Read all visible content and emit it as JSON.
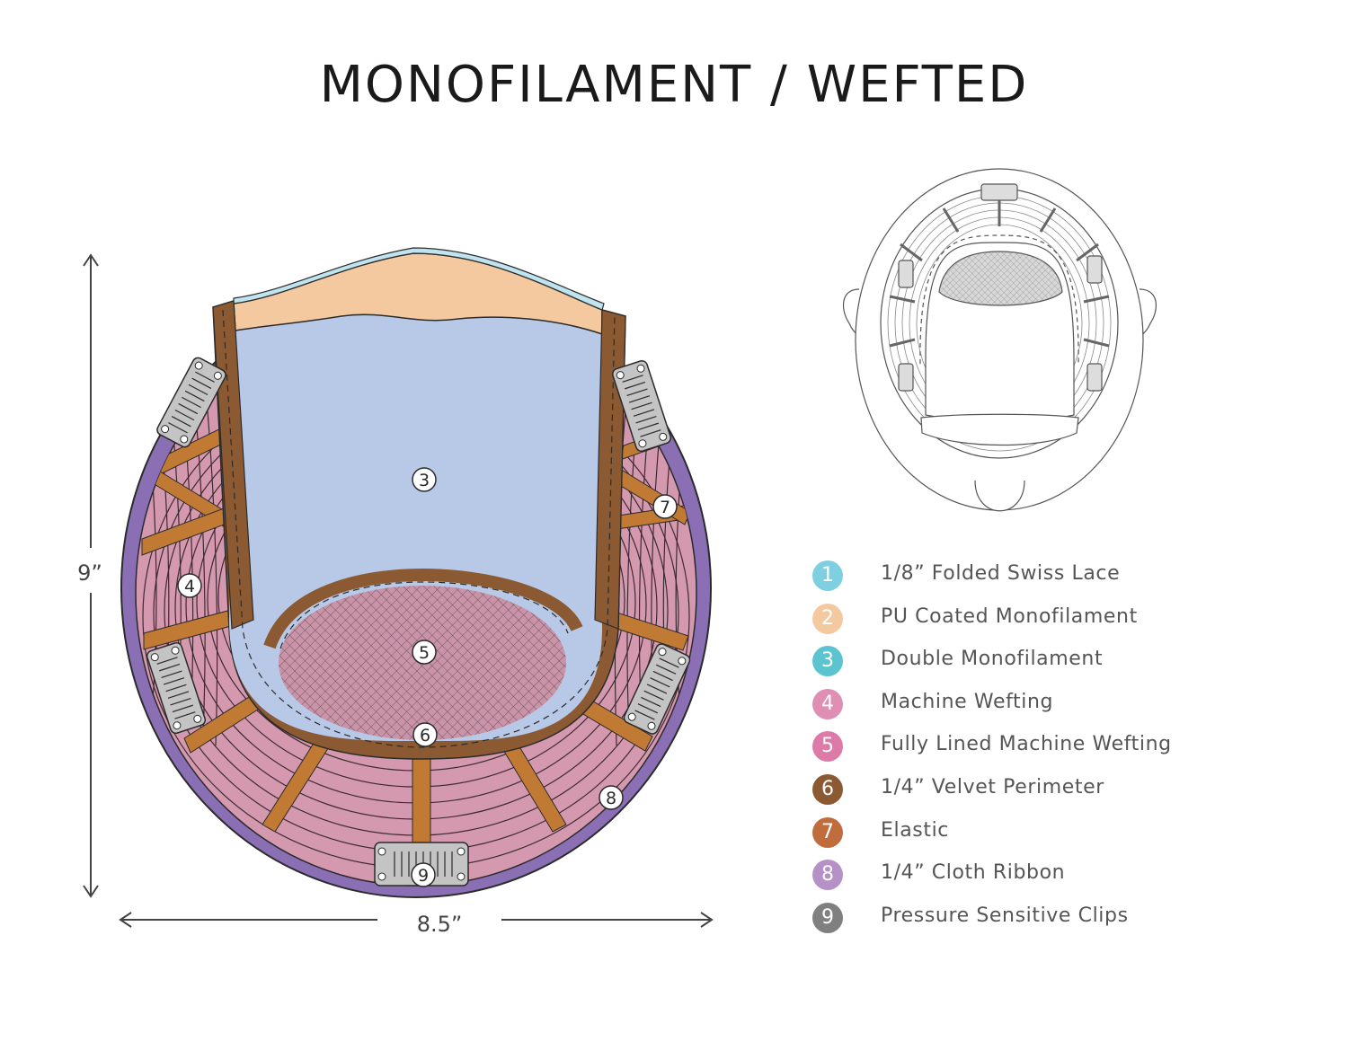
{
  "title": "MONOFILAMENT / WEFTED",
  "dimensions": {
    "height_label": "9”",
    "width_label": "8.5”"
  },
  "markers": [
    "3",
    "4",
    "5",
    "6",
    "7",
    "8",
    "9"
  ],
  "legend": [
    {
      "num": "1",
      "label": "1/8” Folded Swiss Lace",
      "color": "#7ecfdf"
    },
    {
      "num": "2",
      "label": "PU Coated Monofilament",
      "color": "#f5c9a0"
    },
    {
      "num": "3",
      "label": "Double Monofilament",
      "color": "#5bc4cf"
    },
    {
      "num": "4",
      "label": "Machine Wefting",
      "color": "#df8fb4"
    },
    {
      "num": "5",
      "label": "Fully Lined Machine Wefting",
      "color": "#de7aa8"
    },
    {
      "num": "6",
      "label": "1/4” Velvet Perimeter",
      "color": "#8b5a32"
    },
    {
      "num": "7",
      "label": "Elastic",
      "color": "#c06c3d"
    },
    {
      "num": "8",
      "label": "1/4” Cloth Ribbon",
      "color": "#b691c8"
    },
    {
      "num": "9",
      "label": "Pressure Sensitive Clips",
      "color": "#808080"
    }
  ],
  "colors": {
    "ribbon": "#8a6fb5",
    "wefting": "#d499ae",
    "weft_line": "#3d2a30",
    "monofilament": "#b8c9e8",
    "pu_coated": "#f5c9a0",
    "lace": "#bfe3ef",
    "velvet": "#8b5a32",
    "elastic": "#c17a34",
    "clip": "#c4c4c4",
    "lined": "#c994a8"
  }
}
